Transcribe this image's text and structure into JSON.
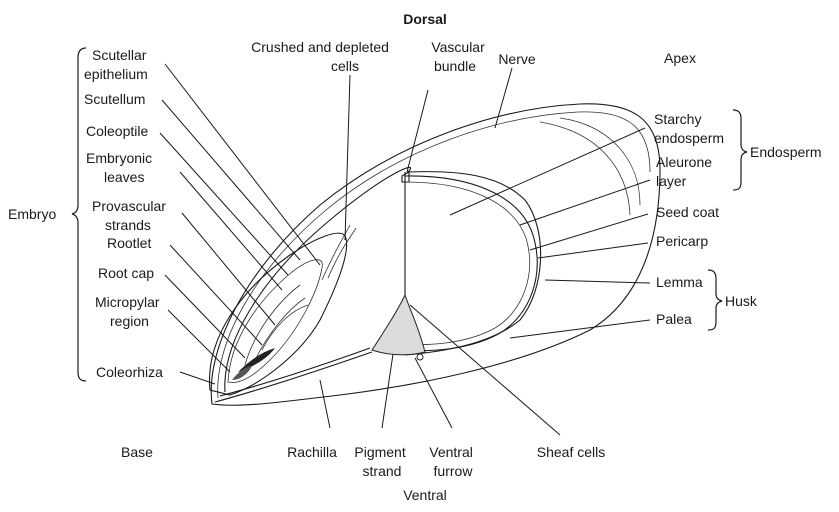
{
  "orientation": {
    "dorsal": "Dorsal",
    "ventral": "Ventral",
    "apex": "Apex",
    "base": "Base"
  },
  "groups": {
    "embryo": "Embryo",
    "endosperm": "Endosperm",
    "husk": "Husk"
  },
  "labels": {
    "scutellar_epithelium": [
      "Scutellar",
      "epithelium"
    ],
    "scutellum": "Scutellum",
    "coleoptile": "Coleoptile",
    "embryonic_leaves": [
      "Embryonic",
      "leaves"
    ],
    "provascular_strands": [
      "Provascular",
      "strands"
    ],
    "rootlet": "Rootlet",
    "root_cap": "Root cap",
    "micropylar_region": [
      "Micropylar",
      "region"
    ],
    "coleorhiza": "Coleorhiza",
    "crushed_cells": [
      "Crushed and depleted",
      "cells"
    ],
    "vascular_bundle": [
      "Vascular",
      "bundle"
    ],
    "nerve": "Nerve",
    "starchy_endosperm": [
      "Starchy",
      "endosperm"
    ],
    "aleurone_layer": [
      "Aleurone",
      "layer"
    ],
    "seed_coat": "Seed coat",
    "pericarp": "Pericarp",
    "lemma": "Lemma",
    "palea": "Palea",
    "rachilla": "Rachilla",
    "pigment_strand": [
      "Pigment",
      "strand"
    ],
    "ventral_furrow": [
      "Ventral",
      "furrow"
    ],
    "sheaf_cells": "Sheaf cells"
  }
}
